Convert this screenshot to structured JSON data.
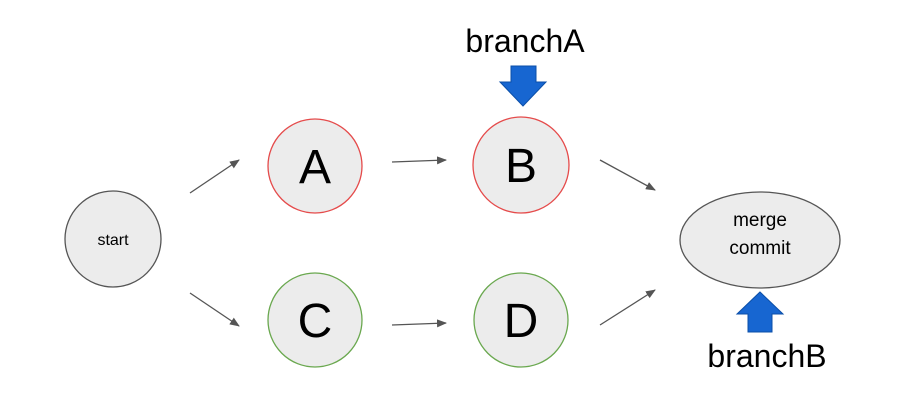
{
  "nodes": {
    "start": {
      "label": "start"
    },
    "a": {
      "label": "A"
    },
    "b": {
      "label": "B"
    },
    "c": {
      "label": "C"
    },
    "d": {
      "label": "D"
    },
    "merge": {
      "line1": "merge",
      "line2": "commit"
    }
  },
  "pointers": {
    "branch_a": {
      "label": "branchA"
    },
    "branch_b": {
      "label": "branchB"
    }
  },
  "colors": {
    "node_fill": "#ececec",
    "start_stroke": "#555555",
    "branch_a_stroke": "#e54b4b",
    "branch_b_stroke": "#6aa84f",
    "merge_stroke": "#555555",
    "arrow": "#555555",
    "pointer_fill": "#1766d1"
  }
}
